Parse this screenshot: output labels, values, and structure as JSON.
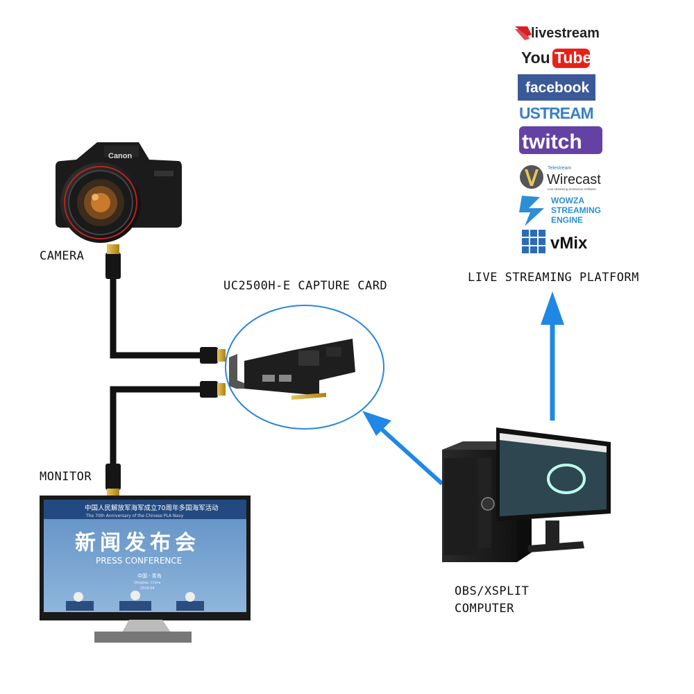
{
  "labels": {
    "camera": "CAMERA",
    "capture_card": "UC2500H-E CAPTURE CARD",
    "monitor": "MONITOR",
    "platform": "LIVE STREAMING PLATFORM",
    "computer_line1": "OBS/XSPLIT",
    "computer_line2": "COMPUTER"
  },
  "camera": {
    "brand": "Canon"
  },
  "monitor_screen": {
    "banner_cn": "中国人民解放军海军成立70周年多国海军活动",
    "banner_en": "The 70th Anniversary of the Chinese PLA Navy",
    "title_cn": "新闻发布会",
    "title_en": "PRESS CONFERENCE",
    "location": "中国 · 青岛",
    "location_en": "Qingdao, China",
    "date": "2019.04"
  },
  "platforms": [
    {
      "id": "livestream",
      "text": "livestream",
      "color": "#222222",
      "accent": "#d71f26"
    },
    {
      "id": "youtube",
      "text_left": "You",
      "text_right": "Tube",
      "color": "#222222",
      "accent": "#e62117"
    },
    {
      "id": "facebook",
      "text": "facebook",
      "color": "#ffffff",
      "accent": "#3b5998"
    },
    {
      "id": "ustream",
      "text": "USTREAM",
      "color": "#3a7fc4",
      "accent": "#3a7fc4"
    },
    {
      "id": "twitch",
      "text": "twitch",
      "color": "#ffffff",
      "accent": "#6441a5"
    },
    {
      "id": "wirecast",
      "text_small": "Telestream",
      "text": "Wirecast",
      "text_tag": "Live streaming production software",
      "color": "#222222",
      "accent": "#3b3b3b"
    },
    {
      "id": "wowza",
      "text_line1": "WOWZA",
      "text_line2": "STREAMING",
      "text_line3": "ENGINE",
      "color": "#2b8ed6",
      "accent": "#2b8ed6"
    },
    {
      "id": "vmix",
      "text": "vMix",
      "color": "#111111",
      "accent": "#2b6cb5"
    }
  ],
  "colors": {
    "arrow": "#1f88e5",
    "cable": "#111111",
    "hdmi_gold": "#c9a227"
  }
}
